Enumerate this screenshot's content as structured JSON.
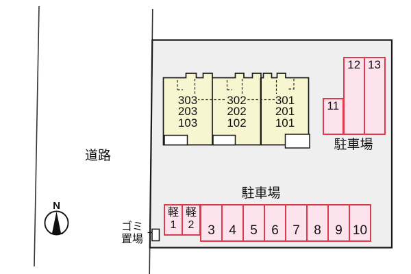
{
  "colors": {
    "site_fill": "#efefef",
    "building_fill": "#f8f5d1",
    "parking_fill": "#fce3ec",
    "parking_border": "#e0394b",
    "line_color": "#1a1a1a"
  },
  "road": {
    "label": "道路"
  },
  "compass": {
    "label": "N"
  },
  "building": {
    "units": [
      {
        "rooms": [
          "303",
          "203",
          "103"
        ]
      },
      {
        "rooms": [
          "302",
          "202",
          "102"
        ]
      },
      {
        "rooms": [
          "301",
          "201",
          "101"
        ]
      }
    ]
  },
  "right_lot": {
    "label": "駐車場",
    "spaces": [
      "11",
      "12",
      "13"
    ]
  },
  "bottom_lot": {
    "label": "駐車場",
    "kei_spaces": [
      {
        "type": "軽",
        "number": "1"
      },
      {
        "type": "軽",
        "number": "2"
      }
    ],
    "spaces": [
      "3",
      "4",
      "5",
      "6",
      "7",
      "8",
      "9",
      "10"
    ]
  },
  "garbage": {
    "label_line1": "ゴミ",
    "label_line2": "置場"
  }
}
